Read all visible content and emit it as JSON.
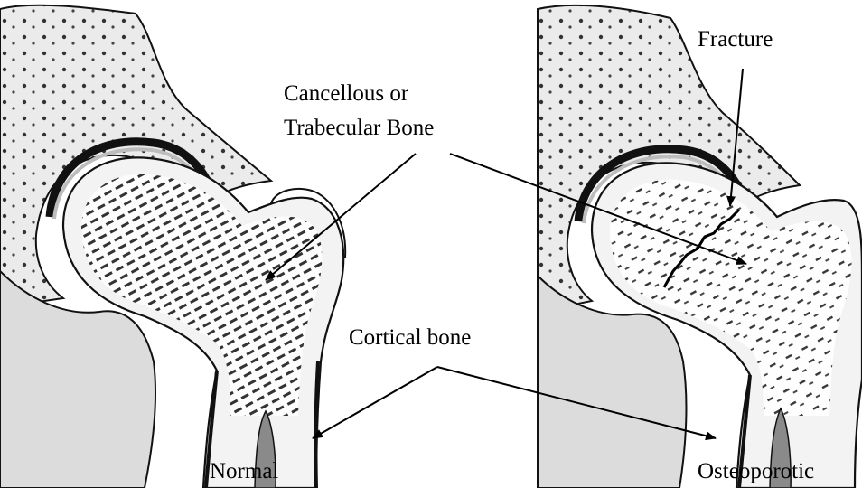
{
  "labels": {
    "fracture": "Fracture",
    "cancellous_line1": "Cancellous or",
    "cancellous_line2": "Trabecular Bone",
    "cortical": "Cortical bone",
    "normal": "Normal",
    "osteoporotic": "Osteoporotic"
  },
  "colors": {
    "ink": "#000000",
    "bone_shade": "#d6d6d6",
    "bone_light": "#f2f2f2",
    "background": "#ffffff"
  }
}
